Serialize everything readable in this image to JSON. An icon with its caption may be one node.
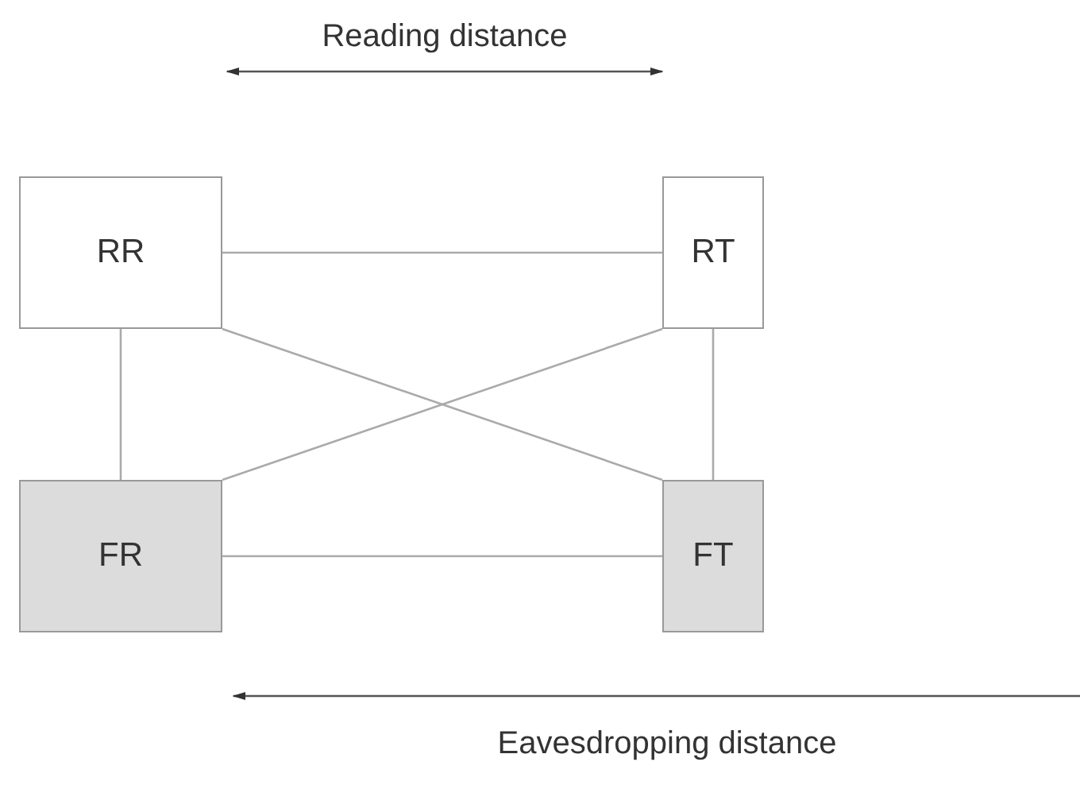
{
  "diagram": {
    "nodes": [
      {
        "text": [
          "RR"
        ]
      },
      {
        "text": [
          "RT"
        ]
      },
      {
        "text": [
          "FR"
        ]
      },
      {
        "text": [
          "FT"
        ]
      }
    ],
    "edges": [
      {
        "from": 0,
        "to": 1,
        "arrow": "none"
      },
      {
        "from": 0,
        "to": 2,
        "arrow": "none"
      },
      {
        "from": 1,
        "to": 3,
        "arrow": "none"
      },
      {
        "from": 2,
        "to": 3,
        "arrow": "none"
      },
      {
        "from": 0,
        "to": 3,
        "arrow": "none"
      },
      {
        "from": 1,
        "to": 2,
        "arrow": "none"
      }
    ],
    "labels": [
      "Reading distance",
      "Eavesdropping distance"
    ]
  }
}
